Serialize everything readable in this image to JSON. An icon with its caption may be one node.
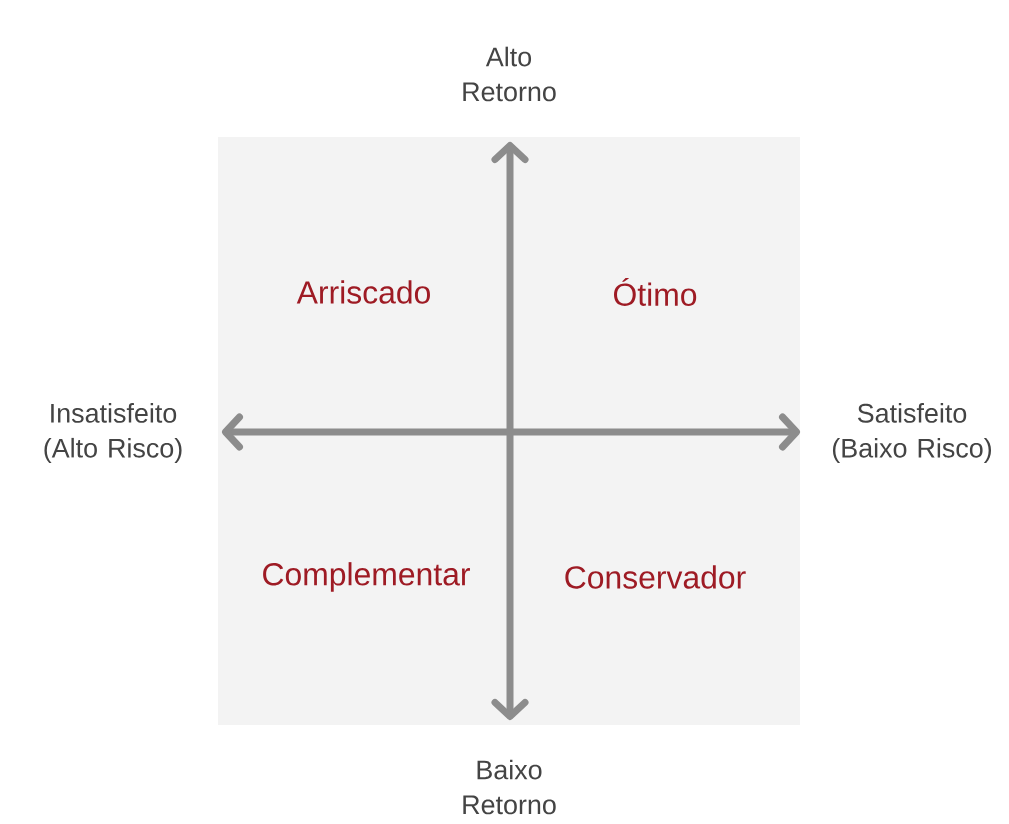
{
  "diagram": {
    "labels": [
      "Alto Retorno",
      "Arriscado",
      "Ótimo",
      "Insatisfeito (Alto Risco)",
      "Satisfeito (Baixo Risco)",
      "Complementar",
      "Conservador",
      "Baixo Retorno"
    ]
  }
}
